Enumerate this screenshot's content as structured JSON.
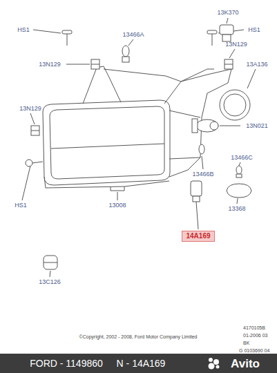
{
  "diagram": {
    "nodes": [
      {
        "text": [
          "14A169"
        ]
      }
    ],
    "labels": [
      "HS1",
      "13K370",
      "HS1",
      "13466A",
      "13N129",
      "13N129",
      "13A136",
      "13N129",
      "13N021",
      "13466C",
      "13466B",
      "HS1",
      "13008",
      "13368",
      "13C126",
      "4170105B",
      "01-2006 03",
      "BK",
      "G 0103690 04",
      "©Copyright, 2002 - 2008, Ford Motor Company Limited",
      "FORD - 1149860",
      "N - 14A169",
      "Avito"
    ]
  }
}
